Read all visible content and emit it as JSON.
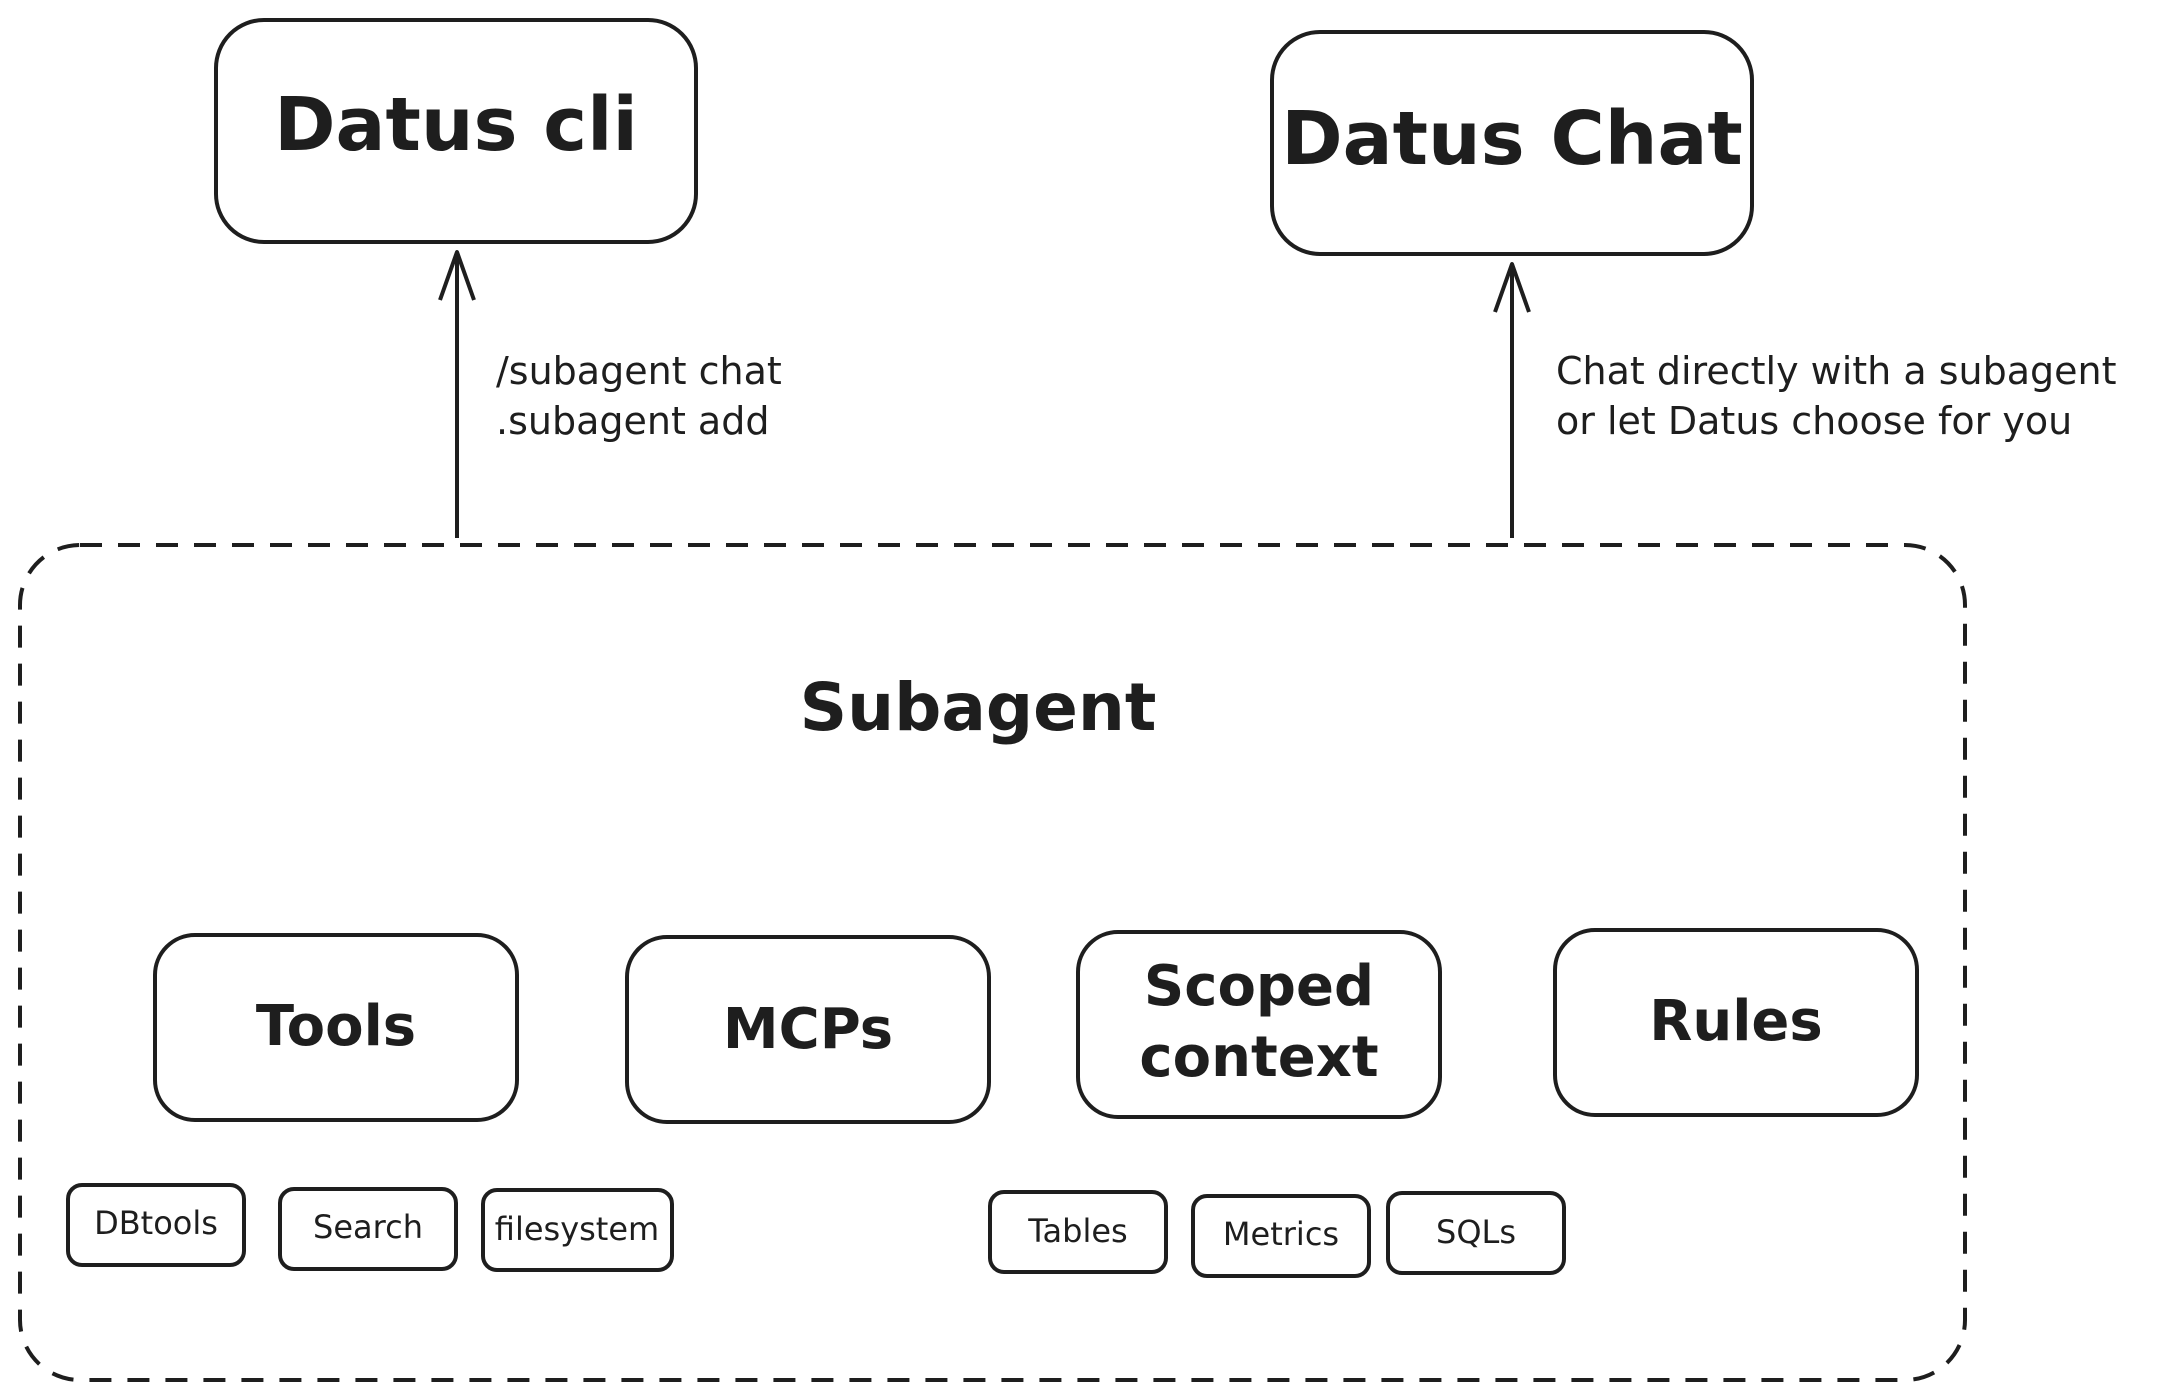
{
  "nodes": {
    "cli": {
      "label": "Datus cli"
    },
    "chat": {
      "label": "Datus Chat"
    },
    "subagent": {
      "label": "Subagent"
    },
    "tools": {
      "label": "Tools"
    },
    "mcps": {
      "label": "MCPs"
    },
    "scoped": {
      "line1": "Scoped",
      "line2": "context"
    },
    "rules": {
      "label": "Rules"
    }
  },
  "chips": {
    "dbtools": "DBtools",
    "search": "Search",
    "filesystem": "filesystem",
    "tables": "Tables",
    "metrics": "Metrics",
    "sqls": "SQLs"
  },
  "edges": {
    "cli": {
      "line1": "/subagent chat",
      "line2": ".subagent add"
    },
    "chat": {
      "line1": "Chat directly with a subagent",
      "line2": "or let Datus choose for you"
    }
  },
  "colors": {
    "stroke": "#1e1e1e",
    "background": "#ffffff"
  }
}
